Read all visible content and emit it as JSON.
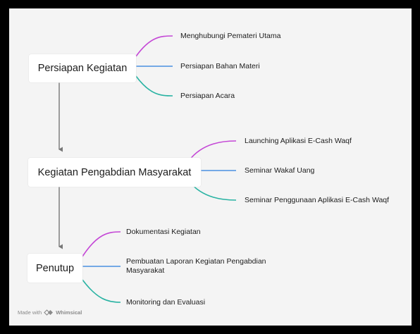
{
  "colors": {
    "background": "#f4f4f4",
    "frame": "#000000",
    "node_fill": "#ffffff",
    "text": "#1c1c1c",
    "branch_top": "#c447d6",
    "branch_middle": "#4a90e2",
    "branch_bottom": "#2ab3a3",
    "flow_arrow": "#777777"
  },
  "nodes": [
    {
      "label": "Persiapan Kegiatan",
      "children": [
        {
          "label": "Menghubungi Pemateri Utama",
          "branch": "top"
        },
        {
          "label": "Persiapan Bahan Materi",
          "branch": "middle"
        },
        {
          "label": "Persiapan Acara",
          "branch": "bottom"
        }
      ]
    },
    {
      "label": "Kegiatan Pengabdian Masyarakat",
      "children": [
        {
          "label": "Launching Aplikasi E-Cash Waqf",
          "branch": "top"
        },
        {
          "label": "Seminar Wakaf Uang",
          "branch": "middle"
        },
        {
          "label": "Seminar Penggunaan Aplikasi E-Cash Waqf",
          "branch": "bottom"
        }
      ]
    },
    {
      "label": "Penutup",
      "children": [
        {
          "label": "Dokumentasi Kegiatan",
          "branch": "top"
        },
        {
          "label": "Pembuatan Laporan Kegiatan Pengabdian Masyarakat",
          "branch": "middle"
        },
        {
          "label": "Monitoring dan Evaluasi",
          "branch": "bottom"
        }
      ]
    }
  ],
  "footer": {
    "made_with": "Made with",
    "brand": "Whimsical",
    "logo_icon": "whimsical-logo-icon"
  }
}
